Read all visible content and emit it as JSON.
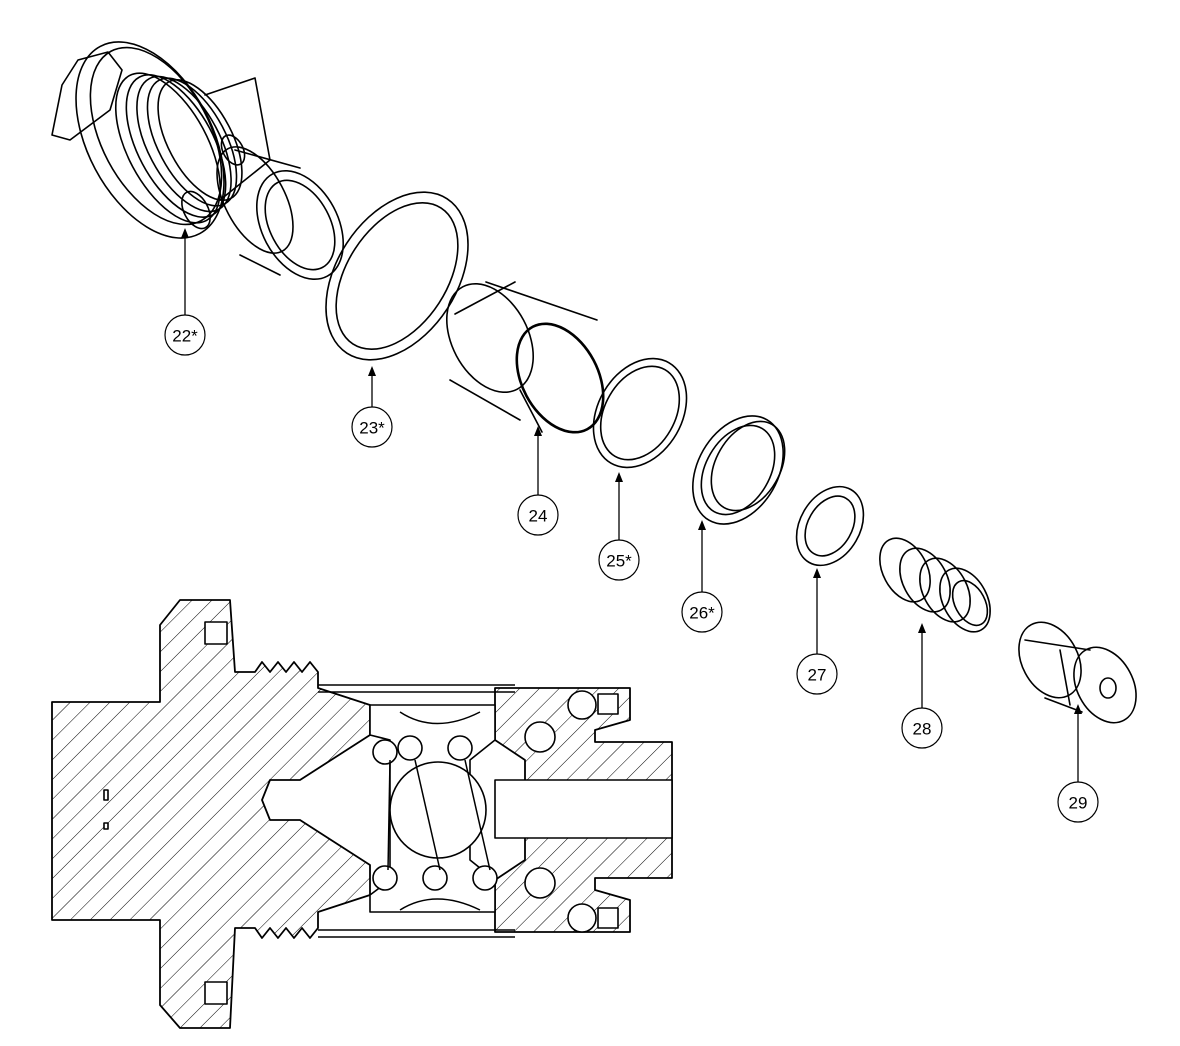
{
  "parts": [
    {
      "id": "part-22",
      "label": "22*"
    },
    {
      "id": "part-23",
      "label": "23*"
    },
    {
      "id": "part-24",
      "label": "24"
    },
    {
      "id": "part-25",
      "label": "25*"
    },
    {
      "id": "part-26",
      "label": "26*"
    },
    {
      "id": "part-27",
      "label": "27"
    },
    {
      "id": "part-28",
      "label": "28"
    },
    {
      "id": "part-29",
      "label": "29"
    }
  ],
  "colors": {
    "line": "#000000",
    "background": "#ffffff"
  }
}
